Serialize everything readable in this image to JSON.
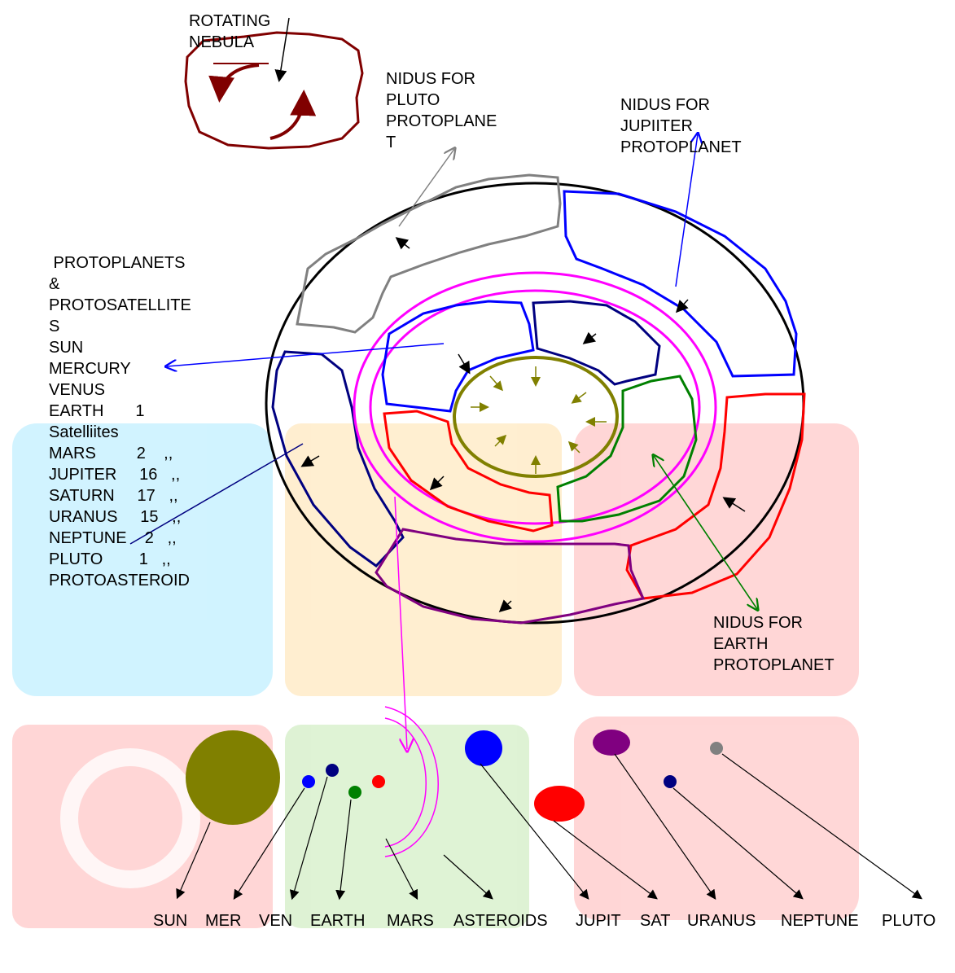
{
  "labels": {
    "rotating_nebula": "ROTATING\nNEBULA",
    "pluto_nidus": "NIDUS FOR\nPLUTO\nPROTOPLANE\nT",
    "jupiter_nidus": "NIDUS FOR\nJUPIITER\nPROTOPLANET",
    "earth_nidus": "NIDUS FOR\nEARTH\nPROTOPLANET",
    "protoplanets_list": [
      " PROTOPLANETS",
      "&",
      "PROTOSATELLITE",
      "S",
      "SUN",
      "MERCURY",
      "VENUS",
      "EARTH       1",
      "Satelliites",
      "MARS         2    ,,",
      "JUPITER     16   ,,",
      "SATURN     17   ,,",
      "URANUS     15   ,,",
      "NEPTUNE    2   ,,",
      "PLUTO        1   ,,",
      "PROTOASTEROID"
    ]
  },
  "bodies": [
    {
      "name": "SUN",
      "color": "#808000"
    },
    {
      "name": "MER",
      "color": "#0000ff"
    },
    {
      "name": "VEN",
      "color": "#000080"
    },
    {
      "name": "EARTH",
      "color": "#008000"
    },
    {
      "name": "MARS",
      "color": "#ff0000"
    },
    {
      "name": "ASTEROIDS",
      "color": "#ff00ff"
    },
    {
      "name": "JUPIT",
      "color": "#0000ff"
    },
    {
      "name": "SAT",
      "color": "#ff0000"
    },
    {
      "name": "URANUS",
      "color": "#800080"
    },
    {
      "name": "NEPTUNE",
      "color": "#000080"
    },
    {
      "name": "PLUTO",
      "color": "#808080"
    }
  ],
  "colors": {
    "nebula": "#800000",
    "pluto_region": "#808080",
    "jupiter_region": "#0000ff",
    "earth_region": "#008000",
    "mars_region": "#ff0000",
    "venus_region": "#000080",
    "uranus_region": "#800080",
    "asteroid_ring": "#ff00ff",
    "sun_core": "#808000"
  }
}
